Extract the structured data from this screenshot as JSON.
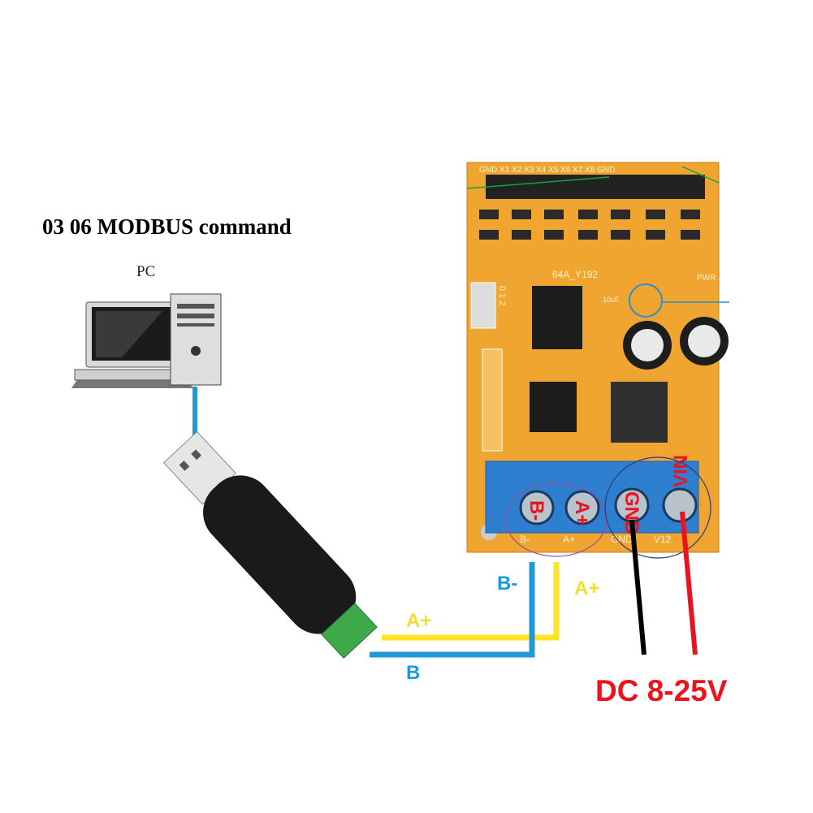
{
  "title": "03 06 MODBUS command",
  "pc_label": "PC",
  "board": {
    "model": "64A_Y192",
    "pwr_label": "PWR",
    "cap_label": "10uF",
    "header_label": "GND X1 X2 X3 X4 X5 X6 X7 X8 GND",
    "jumper_label": "0 1 2",
    "terminals": [
      "B-",
      "A+",
      "GND",
      "VIN"
    ],
    "terminal_silk": [
      "B-",
      "A+",
      "GND",
      "V12"
    ]
  },
  "wire_labels": {
    "b_minus_board": "B-",
    "a_plus_board": "A+",
    "a_plus_usb": "A+",
    "b_usb": "B"
  },
  "power_label": "DC 8-25V",
  "colors": {
    "board": "#efa530",
    "terminal": "#2f7fd0",
    "wire_a": "#ffe324",
    "wire_b": "#1f9ad6",
    "power_pos": "#e8141e",
    "power_neg": "#000000"
  }
}
